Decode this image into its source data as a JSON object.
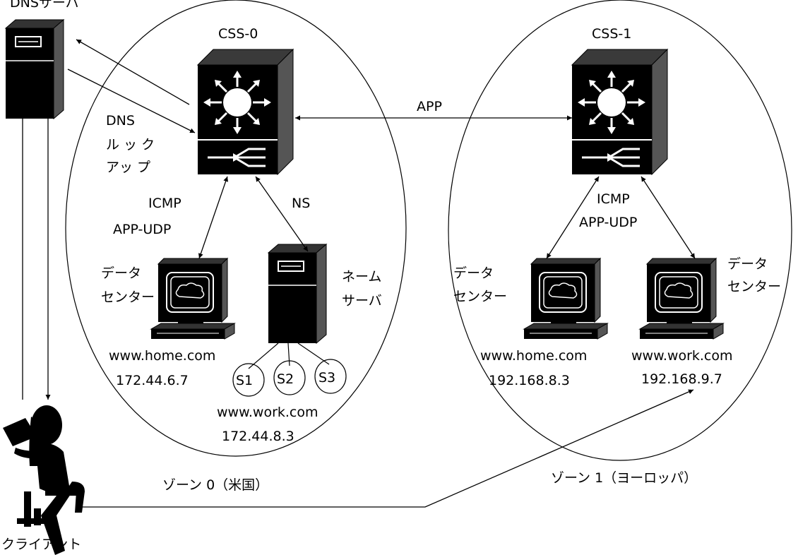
{
  "top_left_label": "DNSサーバ",
  "zones": [
    {
      "name": "ゾーン 0（米国）",
      "switch": "CSS-0"
    },
    {
      "name": "ゾーン 1（ヨーロッパ）",
      "switch": "CSS-1"
    }
  ],
  "links": {
    "app": "APP",
    "dns_lookup": [
      "DNS",
      "ル ッ ク",
      "アッ プ"
    ],
    "icmp": "ICMP",
    "app_udp": "APP-UDP",
    "ns": "NS"
  },
  "nodes": {
    "data_center_label": [
      "データ",
      "センター"
    ],
    "name_server_label": [
      "ネーム",
      "サーバ"
    ],
    "zone0_dc": {
      "host": "www.home.com",
      "ip": "172.44.6.7"
    },
    "zone0_ns": {
      "host": "www.work.com",
      "ip": "172.44.8.3",
      "servers": [
        "S1",
        "S2",
        "S3"
      ]
    },
    "zone1_dc_left": {
      "host": "www.home.com",
      "ip": "192.168.8.3"
    },
    "zone1_dc_right": {
      "host": "www.work.com",
      "ip": "192.168.9.7"
    }
  },
  "client_label": "クライアント"
}
